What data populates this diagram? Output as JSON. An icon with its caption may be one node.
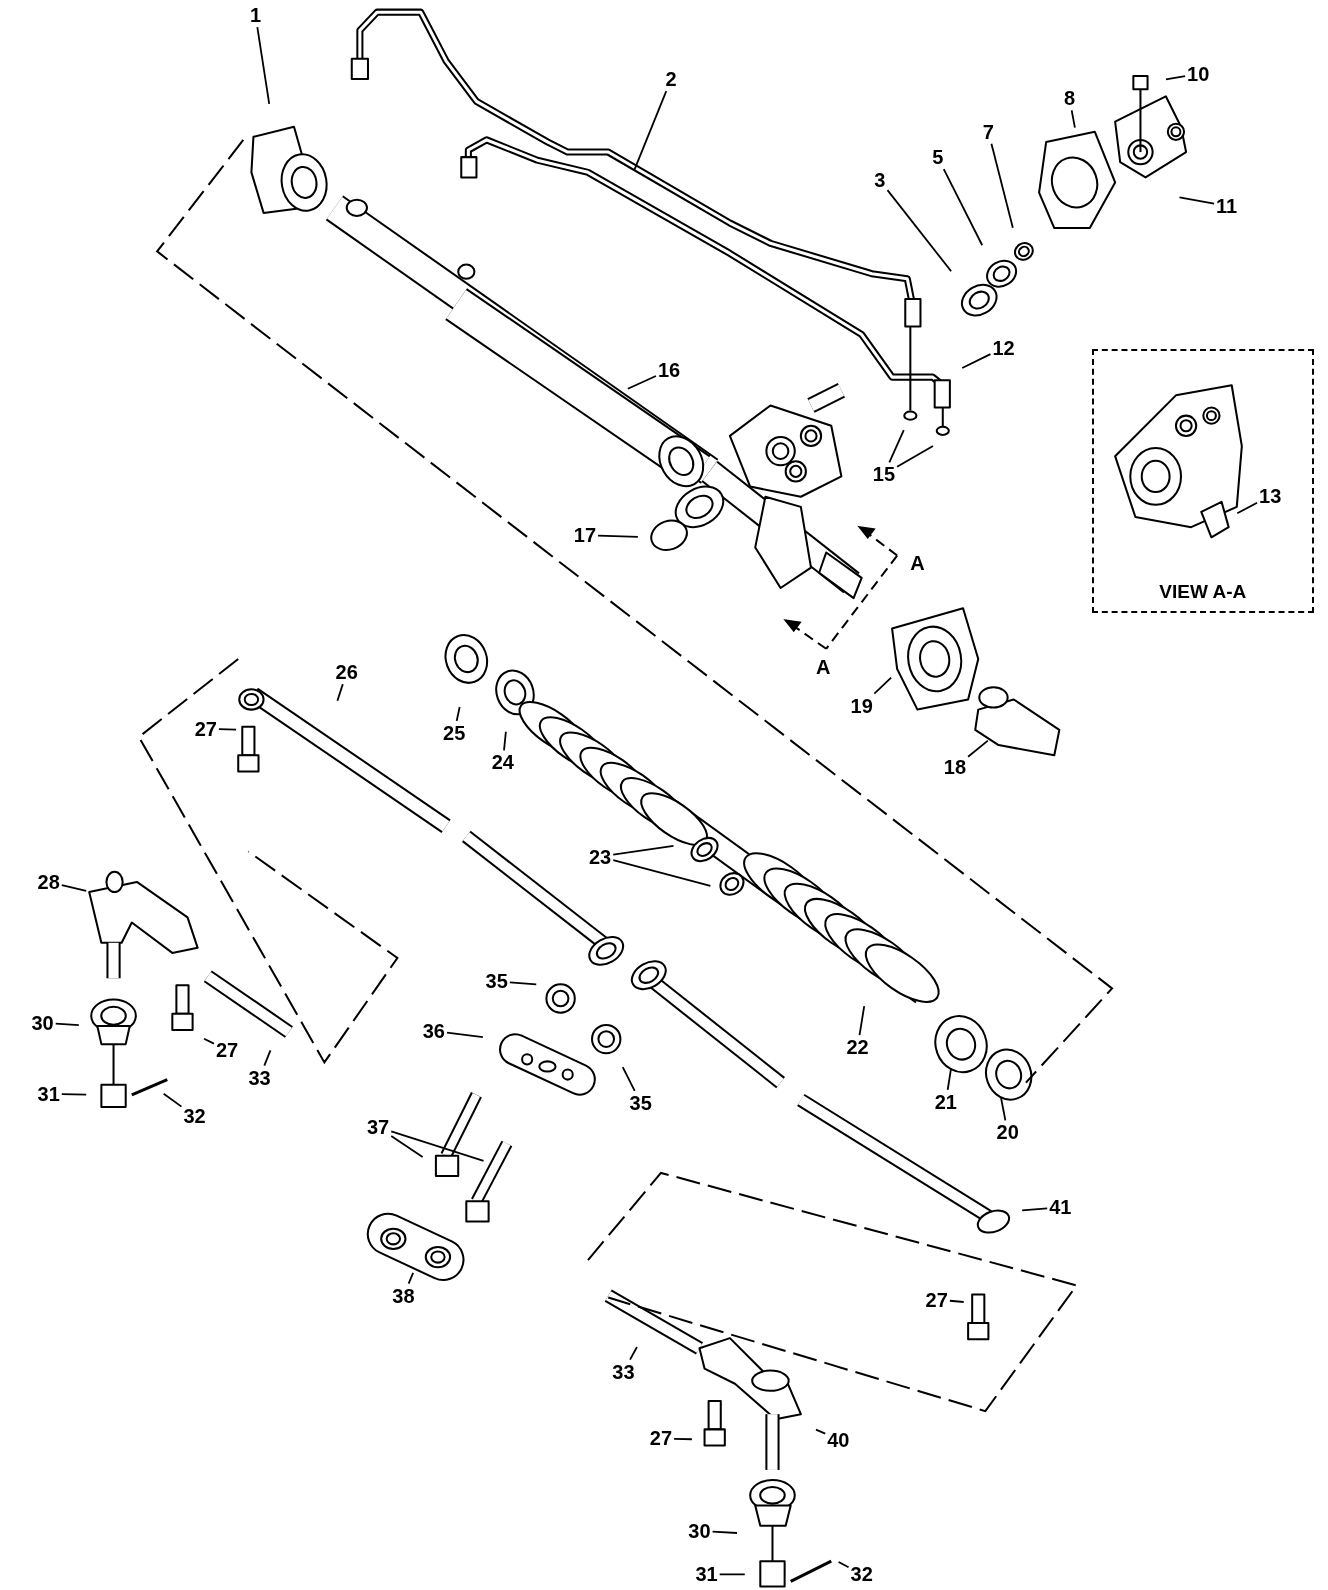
{
  "diagram": {
    "nodes": [
      {
        "text": [
          "1"
        ]
      },
      {
        "text": [
          "2"
        ]
      },
      {
        "text": [
          "10"
        ]
      },
      {
        "text": [
          "8"
        ]
      },
      {
        "text": [
          "7"
        ]
      },
      {
        "text": [
          "5"
        ]
      },
      {
        "text": [
          "11"
        ]
      },
      {
        "text": [
          "3"
        ]
      },
      {
        "text": [
          "12"
        ]
      },
      {
        "text": [
          "VIEW A-A"
        ]
      },
      {
        "text": [
          "16"
        ]
      },
      {
        "text": [
          "15"
        ]
      },
      {
        "text": [
          "13"
        ],
        "in": 9
      },
      {
        "text": [
          "17"
        ]
      },
      {
        "text": [
          "19"
        ]
      },
      {
        "text": [
          "26"
        ]
      },
      {
        "text": [
          "25"
        ]
      },
      {
        "text": [
          "27"
        ]
      },
      {
        "text": [
          "24"
        ]
      },
      {
        "text": [
          "18"
        ]
      },
      {
        "text": [
          "23"
        ]
      },
      {
        "text": [
          "28"
        ]
      },
      {
        "text": [
          "35"
        ]
      },
      {
        "text": [
          "30"
        ]
      },
      {
        "text": [
          "36"
        ]
      },
      {
        "text": [
          "22"
        ]
      },
      {
        "text": [
          "27"
        ]
      },
      {
        "text": [
          "33"
        ]
      },
      {
        "text": [
          "31"
        ]
      },
      {
        "text": [
          "35"
        ]
      },
      {
        "text": [
          "21"
        ]
      },
      {
        "text": [
          "32"
        ]
      },
      {
        "text": [
          "20"
        ]
      },
      {
        "text": [
          "37"
        ]
      },
      {
        "text": [
          "41"
        ]
      },
      {
        "text": [
          "38"
        ]
      },
      {
        "text": [
          "27"
        ]
      },
      {
        "text": [
          "33"
        ]
      },
      {
        "text": [
          "27"
        ]
      },
      {
        "text": [
          "40"
        ]
      },
      {
        "text": [
          "30"
        ]
      },
      {
        "text": [
          "31"
        ]
      },
      {
        "text": [
          "32"
        ]
      }
    ],
    "edges": [
      {
        "from": 0,
        "to": null,
        "arrow": "none"
      },
      {
        "from": 1,
        "to": null,
        "arrow": "none"
      },
      {
        "from": 2,
        "to": null,
        "arrow": "none"
      },
      {
        "from": 3,
        "to": null,
        "arrow": "none"
      },
      {
        "from": 4,
        "to": null,
        "arrow": "none"
      },
      {
        "from": 5,
        "to": null,
        "arrow": "none"
      },
      {
        "from": 6,
        "to": null,
        "arrow": "none"
      },
      {
        "from": 7,
        "to": null,
        "arrow": "none"
      },
      {
        "from": 8,
        "to": null,
        "arrow": "none"
      },
      {
        "from": 10,
        "to": null,
        "arrow": "none"
      },
      {
        "from": 11,
        "to": null,
        "arrow": "none"
      },
      {
        "from": 11,
        "to": null,
        "arrow": "none"
      },
      {
        "from": 12,
        "to": null,
        "arrow": "none"
      },
      {
        "from": 13,
        "to": null,
        "arrow": "none"
      },
      {
        "from": 14,
        "to": null,
        "arrow": "none"
      },
      {
        "from": 15,
        "to": null,
        "arrow": "none"
      },
      {
        "from": 16,
        "to": null,
        "arrow": "none"
      },
      {
        "from": 17,
        "to": null,
        "arrow": "none"
      },
      {
        "from": 18,
        "to": null,
        "arrow": "none"
      },
      {
        "from": 19,
        "to": null,
        "arrow": "none"
      },
      {
        "from": 20,
        "to": null,
        "arrow": "none"
      },
      {
        "from": 20,
        "to": null,
        "arrow": "none"
      },
      {
        "from": 21,
        "to": null,
        "arrow": "none"
      },
      {
        "from": 22,
        "to": null,
        "arrow": "none"
      },
      {
        "from": 23,
        "to": null,
        "arrow": "none"
      },
      {
        "from": 24,
        "to": null,
        "arrow": "none"
      },
      {
        "from": 25,
        "to": null,
        "arrow": "none"
      },
      {
        "from": 26,
        "to": null,
        "arrow": "none"
      },
      {
        "from": 27,
        "to": null,
        "arrow": "none"
      },
      {
        "from": 28,
        "to": null,
        "arrow": "none"
      },
      {
        "from": 29,
        "to": null,
        "arrow": "none"
      },
      {
        "from": 30,
        "to": null,
        "arrow": "none"
      },
      {
        "from": 31,
        "to": null,
        "arrow": "none"
      },
      {
        "from": 32,
        "to": null,
        "arrow": "none"
      },
      {
        "from": 33,
        "to": null,
        "arrow": "none"
      },
      {
        "from": 33,
        "to": null,
        "arrow": "none"
      },
      {
        "from": 34,
        "to": null,
        "arrow": "none"
      },
      {
        "from": 35,
        "to": null,
        "arrow": "none"
      },
      {
        "from": 36,
        "to": null,
        "arrow": "none"
      },
      {
        "from": 37,
        "to": null,
        "arrow": "none"
      },
      {
        "from": 38,
        "to": null,
        "arrow": "none"
      },
      {
        "from": 39,
        "to": null,
        "arrow": "none"
      },
      {
        "from": 40,
        "to": null,
        "arrow": "none"
      },
      {
        "from": 41,
        "to": null,
        "arrow": "none"
      },
      {
        "from": 42,
        "to": null,
        "arrow": "none"
      }
    ],
    "labels": [
      "A",
      "A"
    ]
  }
}
